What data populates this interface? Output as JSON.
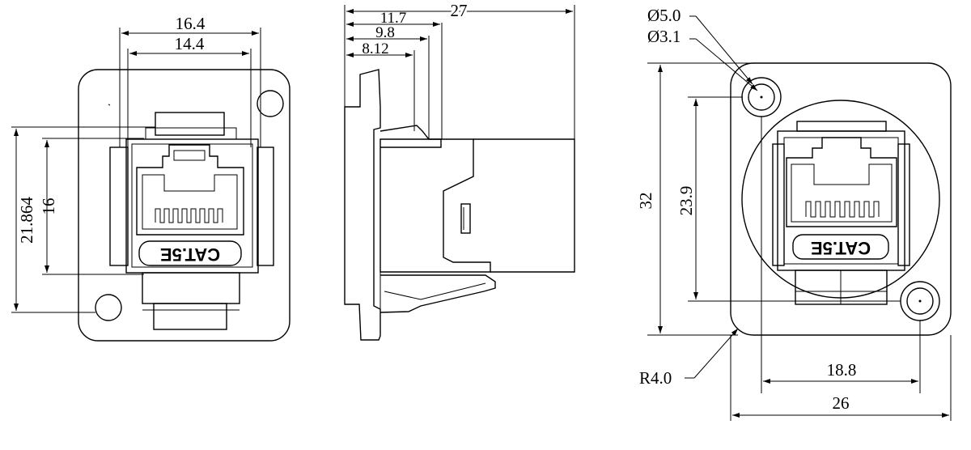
{
  "front_view": {
    "dims": {
      "outer_width": "16.4",
      "inner_width": "14.4",
      "outer_height": "21.864",
      "inner_height": "16"
    },
    "label": "CAT.5E"
  },
  "side_view": {
    "dims": {
      "total_depth": "27",
      "d1": "11.7",
      "d2": "9.8",
      "d3": "8.12"
    }
  },
  "panel_view": {
    "dims": {
      "hole_outer_dia": "Ø5.0",
      "hole_inner_dia": "Ø3.1",
      "height": "32",
      "hole_spacing_v": "23.9",
      "hole_spacing_h": "18.8",
      "width": "26",
      "corner_radius": "R4.0"
    },
    "label": "CAT.5E"
  }
}
